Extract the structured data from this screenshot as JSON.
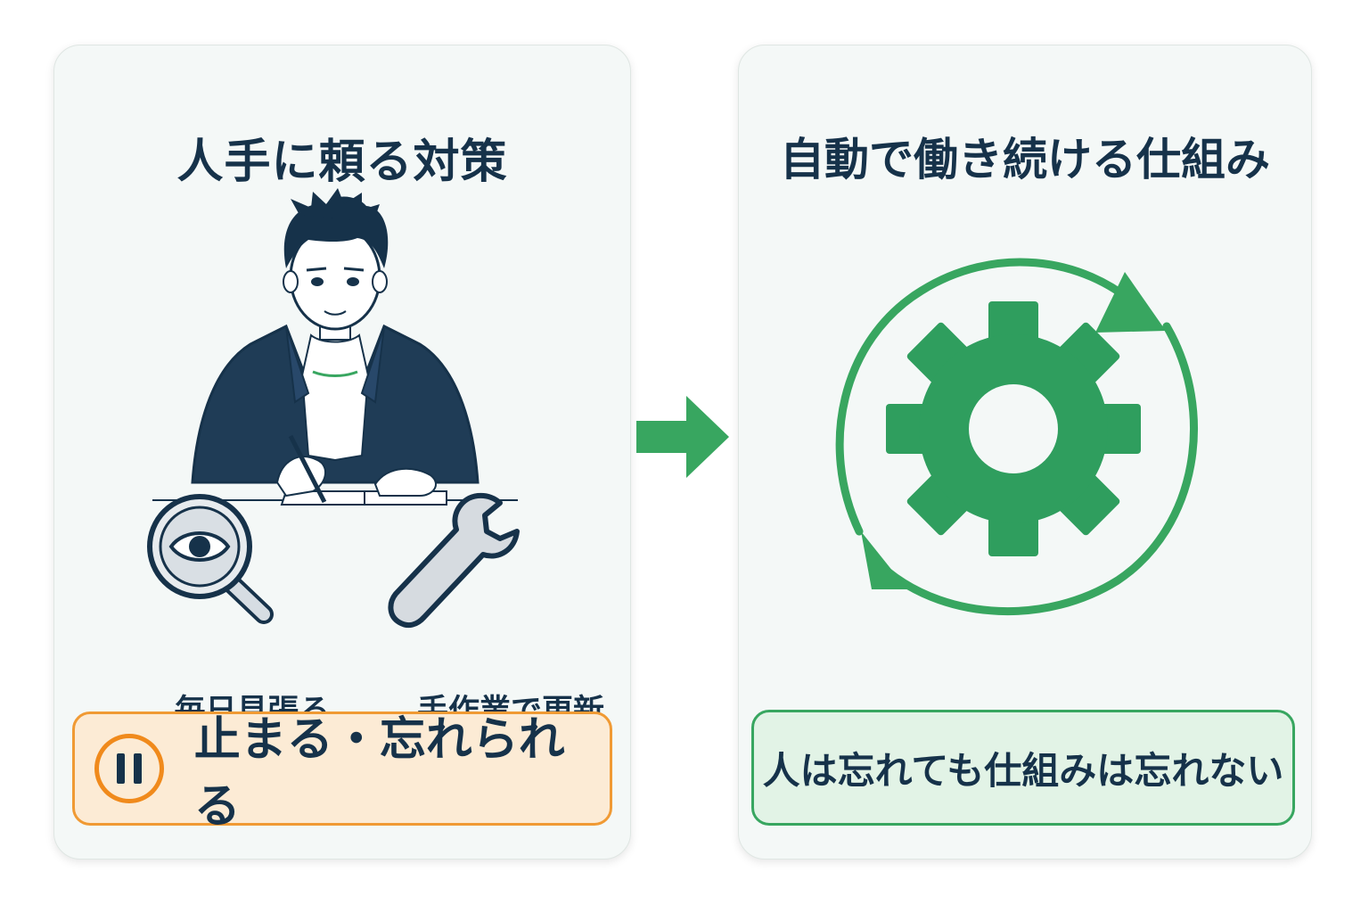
{
  "left_panel": {
    "title": "人手に頼る対策",
    "items": [
      {
        "label": "毎日見張る",
        "icon": "magnifier-eye-icon"
      },
      {
        "label": "手作業で更新",
        "icon": "wrench-icon"
      }
    ],
    "callout": {
      "text": "止まる・忘れられる",
      "icon": "pause-icon"
    }
  },
  "right_panel": {
    "title": "自動で働き続ける仕組み",
    "icon": "gear-cycle-icon",
    "callout": {
      "text": "人は忘れても仕組みは忘れない"
    }
  },
  "colors": {
    "navy": "#16324a",
    "green": "#38a660",
    "orange": "#f09a34",
    "panel_bg": "#f4f8f7"
  }
}
